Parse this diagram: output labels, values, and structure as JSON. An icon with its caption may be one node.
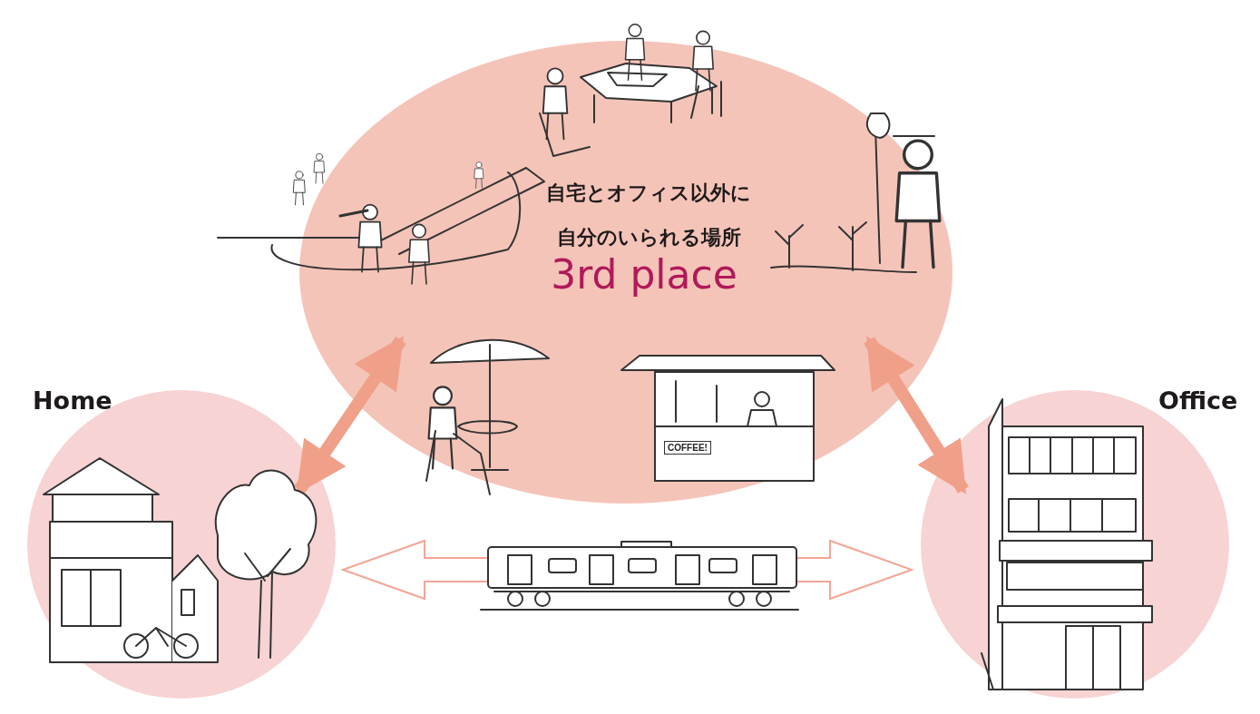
{
  "diagram": {
    "nodes": [
      {
        "text": [
          "自宅とオフィス以外に自分のいられる場所",
          "3rd place"
        ]
      },
      {
        "text": [
          "Home"
        ]
      },
      {
        "text": [
          "Office"
        ]
      }
    ],
    "edges": [
      {
        "from": 1,
        "to": 0,
        "arrow": "both"
      },
      {
        "from": 2,
        "to": 0,
        "arrow": "both"
      },
      {
        "from": 1,
        "to": 2,
        "arrow": "both"
      }
    ],
    "labels": [
      "COFFEE!"
    ]
  }
}
